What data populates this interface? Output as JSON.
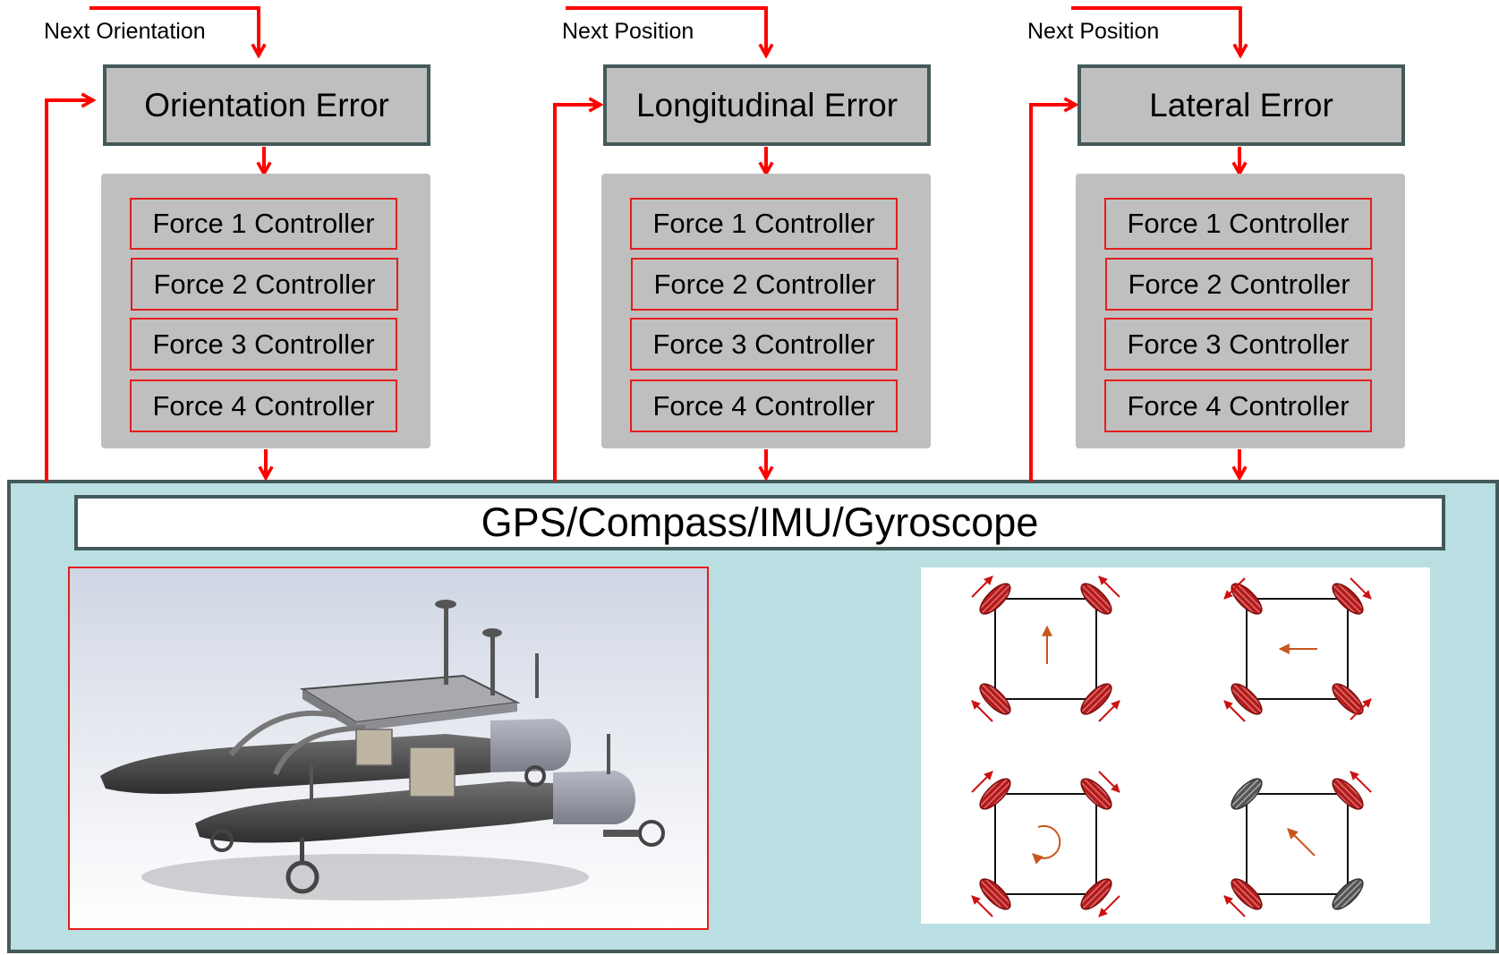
{
  "loops": [
    {
      "input_label": "Next Orientation",
      "error_label": "Orientation Error",
      "controllers": [
        "Force 1 Controller",
        "Force 2 Controller",
        "Force 3 Controller",
        "Force 4 Controller"
      ]
    },
    {
      "input_label": "Next Position",
      "error_label": "Longitudinal Error",
      "controllers": [
        "Force 1 Controller",
        "Force 2 Controller",
        "Force 3 Controller",
        "Force 4 Controller"
      ]
    },
    {
      "input_label": "Next Position",
      "error_label": "Lateral Error",
      "controllers": [
        "Force 1 Controller",
        "Force 2 Controller",
        "Force 3 Controller",
        "Force 4 Controller"
      ]
    }
  ],
  "plant": {
    "sensor_label": "GPS/Compass/IMU/Gyroscope"
  },
  "colors": {
    "signal_arrow": "#ff0000",
    "controller_border": "#e41d1d",
    "panel_gray": "#bfbfbf",
    "plant_background": "#b9dfe2",
    "box_border": "#44595a",
    "motion_arrow": "#c8561c",
    "thruster_red": "#b31b1b",
    "thruster_gray": "#555555"
  },
  "icons": [
    "catamaran-render-image",
    "thruster-config-forward-icon",
    "thruster-config-left-icon",
    "thruster-config-rotate-icon",
    "thruster-config-diagonal-icon"
  ]
}
